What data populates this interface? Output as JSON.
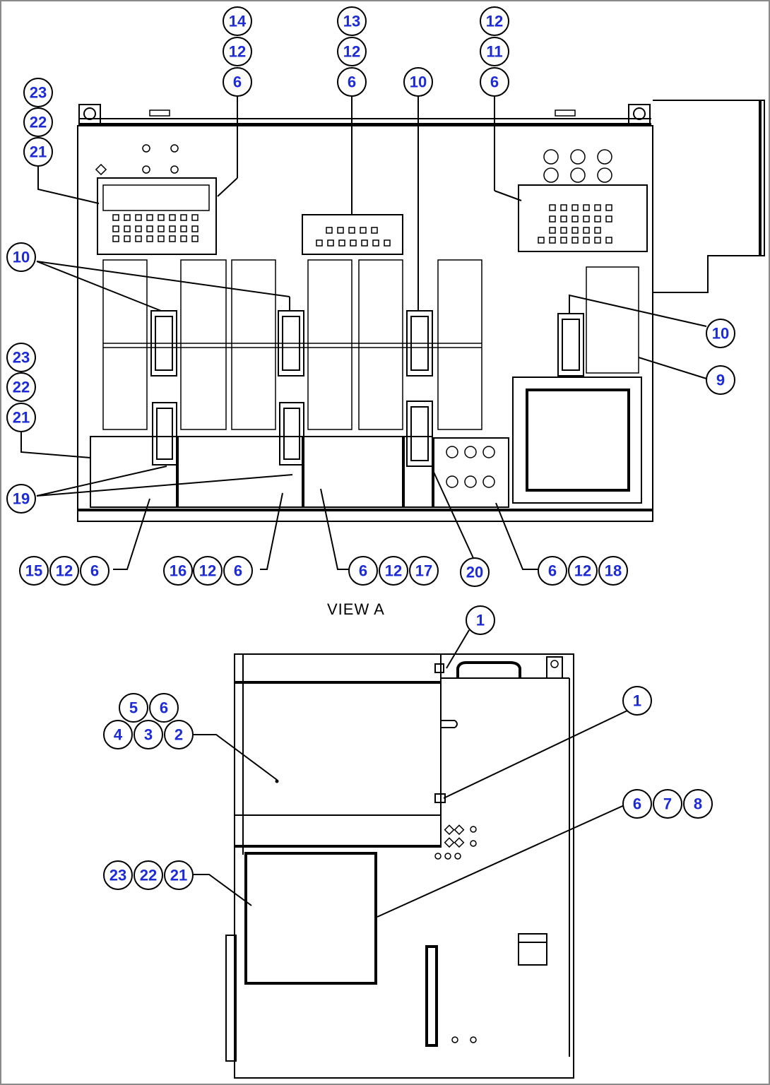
{
  "view_title": "VIEW A",
  "callout_color": "#1c2bd8",
  "callouts": {
    "top_14": "14",
    "top_12a": "12",
    "top_6a": "6",
    "top_13": "13",
    "top_12b": "12",
    "top_6b": "6",
    "top_10": "10",
    "top_12c": "12",
    "top_11": "11",
    "top_6c": "6",
    "left_23a": "23",
    "left_22a": "22",
    "left_21a": "21",
    "left_10": "10",
    "left_23b": "23",
    "left_22b": "22",
    "left_21b": "21",
    "left_19": "19",
    "right_10": "10",
    "right_9": "9",
    "bot_15": "15",
    "bot_12a": "12",
    "bot_6a": "6",
    "bot_16": "16",
    "bot_12b": "12",
    "bot_6b": "6",
    "bot_6c": "6",
    "bot_12c": "12",
    "bot_17": "17",
    "bot_20": "20",
    "bot_6d": "6",
    "bot_12d": "12",
    "bot_18": "18",
    "side_1a": "1",
    "side_1b": "1",
    "side_5": "5",
    "side_6a": "6",
    "side_4": "4",
    "side_3": "3",
    "side_2": "2",
    "side_6b": "6",
    "side_7": "7",
    "side_8": "8",
    "side_23": "23",
    "side_22": "22",
    "side_21": "21"
  }
}
